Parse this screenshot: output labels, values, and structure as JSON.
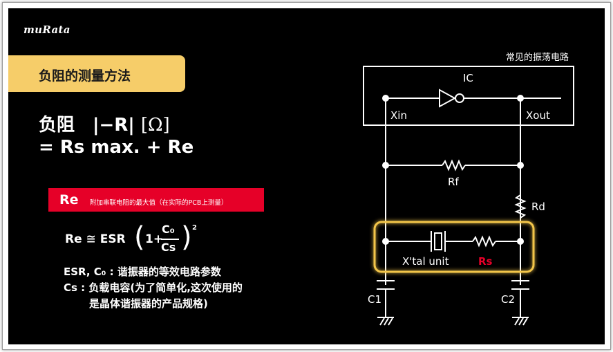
{
  "slide": {
    "logo": "muRata",
    "banner_title": "负阻的测量方法",
    "formula_line1_main": "负阻　|−R| ",
    "formula_line1_unit": "[Ω]",
    "formula_line2": "=  Rs max. + Re",
    "re_label": "Re",
    "re_description": "附加串联电阻的最大值（在实际的PCB上测量）",
    "equation": {
      "lhs": "Re ≅ ESR",
      "one_plus": "1+",
      "numerator": "C₀",
      "denominator": "Cs",
      "exponent": "2"
    },
    "definitions": [
      "ESR, C₀ : 谐振器的等效电路参数",
      "Cs : 负载电容(为了简单化,这次使用的",
      "是晶体谐振器的产品规格)"
    ]
  },
  "circuit": {
    "title": "常见的振荡电路",
    "ic_label": "IC",
    "xin_label": "Xin",
    "xout_label": "Xout",
    "rf_label": "Rf",
    "rd_label": "Rd",
    "xtal_label": "X'tal unit",
    "rs_label": "Rs",
    "c1_label": "C1",
    "c2_label": "C2",
    "colors": {
      "highlight": "#f3c64a",
      "rs": "#e60028",
      "banner": "#f6cd69"
    }
  }
}
